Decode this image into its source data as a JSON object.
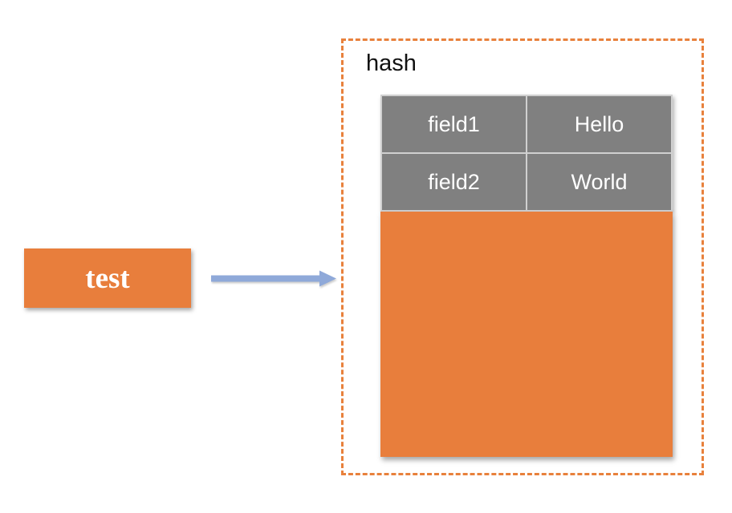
{
  "key_box": {
    "label": "test"
  },
  "hash_group": {
    "label": "hash",
    "table": {
      "rows": [
        {
          "field": "field1",
          "value": "Hello"
        },
        {
          "field": "field2",
          "value": "World"
        }
      ]
    }
  },
  "colors": {
    "orange": "#E87E3C",
    "dashed_border": "#E8813C",
    "gray_cell": "#808080",
    "cell_divider": "#D0D0D0",
    "cell_text": "#FFFFFF",
    "key_text": "#FFFFFF",
    "arrow_blue": "#8FA9D9",
    "hash_label_text": "#111111",
    "background": "#FFFFFF"
  }
}
